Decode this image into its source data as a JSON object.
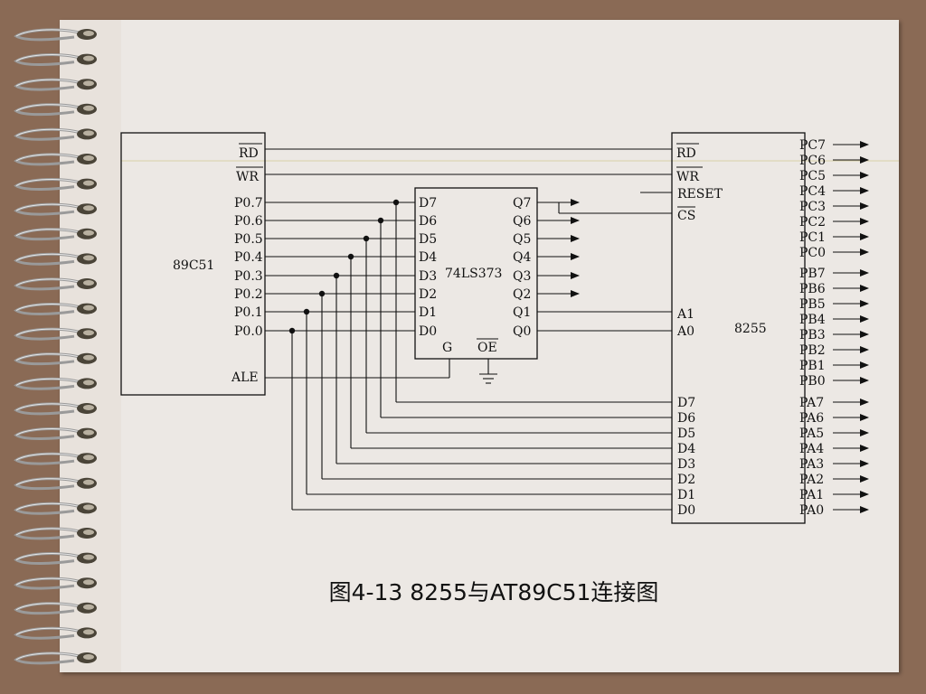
{
  "mcu": {
    "name": "89C51",
    "rd": "RD",
    "wr": "WR",
    "ports": [
      "P0.7",
      "P0.6",
      "P0.5",
      "P0.4",
      "P0.3",
      "P0.2",
      "P0.1",
      "P0.0"
    ],
    "ale": "ALE"
  },
  "latch": {
    "name": "74LS373",
    "d": [
      "D7",
      "D6",
      "D5",
      "D4",
      "D3",
      "D2",
      "D1",
      "D0"
    ],
    "q": [
      "Q7",
      "Q6",
      "Q5",
      "Q4",
      "Q3",
      "Q2",
      "Q1",
      "Q0"
    ],
    "g": "G",
    "oe": "OE"
  },
  "ppi": {
    "name": "8255",
    "rd": "RD",
    "wr": "WR",
    "reset": "RESET",
    "cs": "CS",
    "a1": "A1",
    "a0": "A0",
    "d": [
      "D7",
      "D6",
      "D5",
      "D4",
      "D3",
      "D2",
      "D1",
      "D0"
    ],
    "pc": [
      "PC7",
      "PC6",
      "PC5",
      "PC4",
      "PC3",
      "PC2",
      "PC1",
      "PC0"
    ],
    "pb": [
      "PB7",
      "PB6",
      "PB5",
      "PB4",
      "PB3",
      "PB2",
      "PB1",
      "PB0"
    ],
    "pa": [
      "PA7",
      "PA6",
      "PA5",
      "PA4",
      "PA3",
      "PA2",
      "PA1",
      "PA0"
    ]
  },
  "caption": "图4-13 8255与AT89C51连接图"
}
